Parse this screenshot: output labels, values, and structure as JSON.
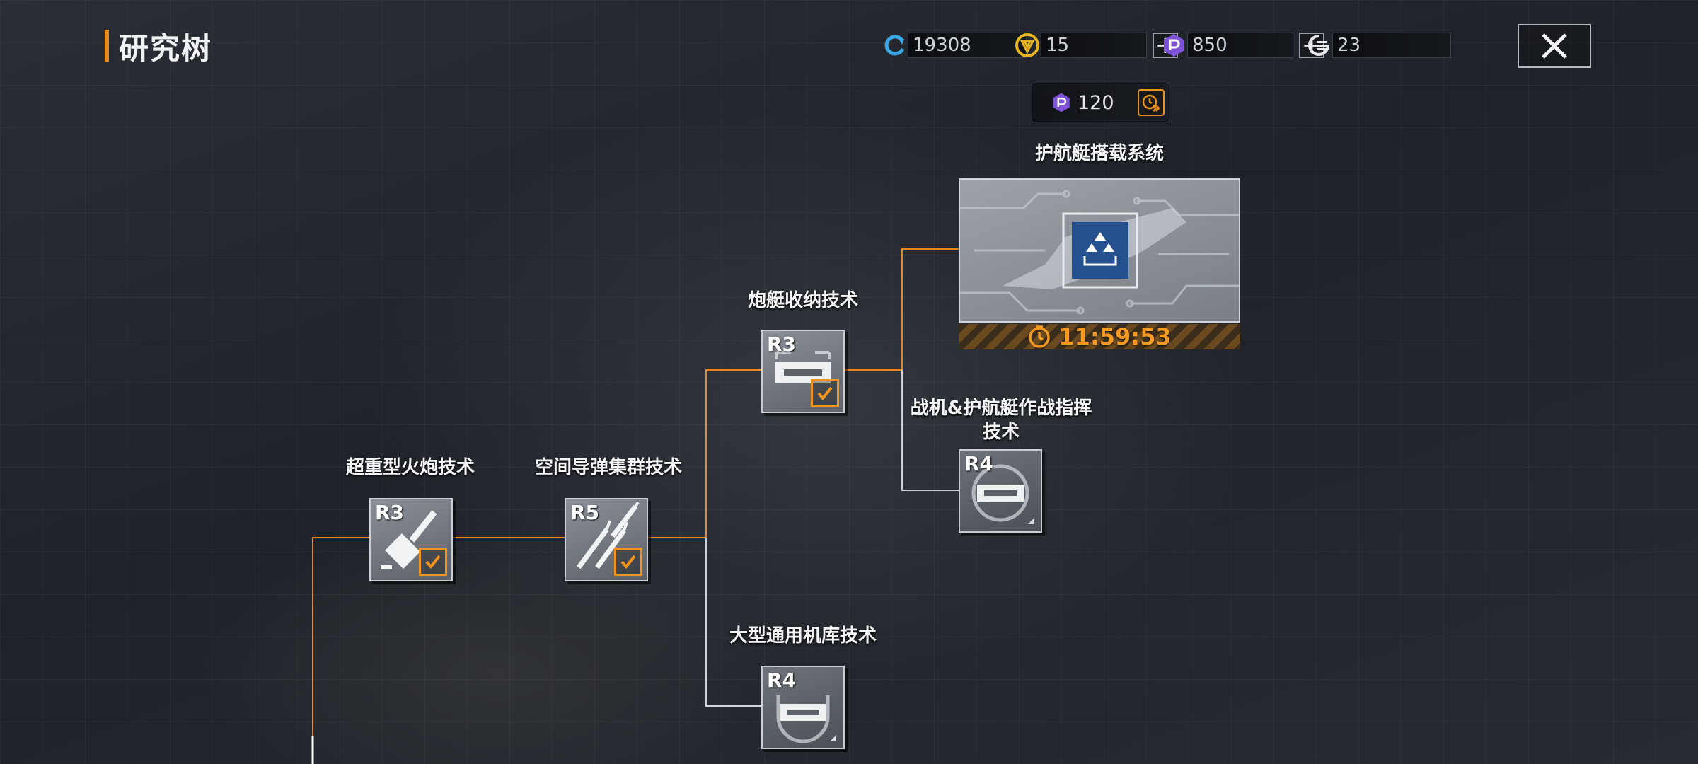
{
  "header": {
    "title": "研究树"
  },
  "resources": [
    {
      "icon": "refresh-icon",
      "value": "19308"
    },
    {
      "icon": "gold-token-icon",
      "value": "15",
      "plus": true
    },
    {
      "icon": "purple-p-icon",
      "value": "850",
      "plus": true
    },
    {
      "icon": "data-chip-icon",
      "value": "23"
    }
  ],
  "colors": {
    "accent": "#e78a1e",
    "purple": "#9b6bff",
    "gold": "#e7b21f"
  },
  "research_cost": {
    "value": "120"
  },
  "nodes": {
    "heavy_cannon": {
      "label": "超重型火炮技术",
      "rank": "R3",
      "completed": true
    },
    "missile_cluster": {
      "label": "空间导弹集群技术",
      "rank": "R5",
      "completed": true
    },
    "gunboat_storage": {
      "label": "炮艇收纳技术",
      "rank": "R3",
      "completed": true
    },
    "large_hangar": {
      "label": "大型通用机库技术",
      "rank": "R4",
      "completed": false
    },
    "fighter_command": {
      "label_line1": "战机&护航艇作战指挥",
      "label_line2": "技术",
      "rank": "R4",
      "completed": false
    },
    "escort_system": {
      "label": "护航艇搭载系统",
      "timer": "11:59:53"
    }
  }
}
